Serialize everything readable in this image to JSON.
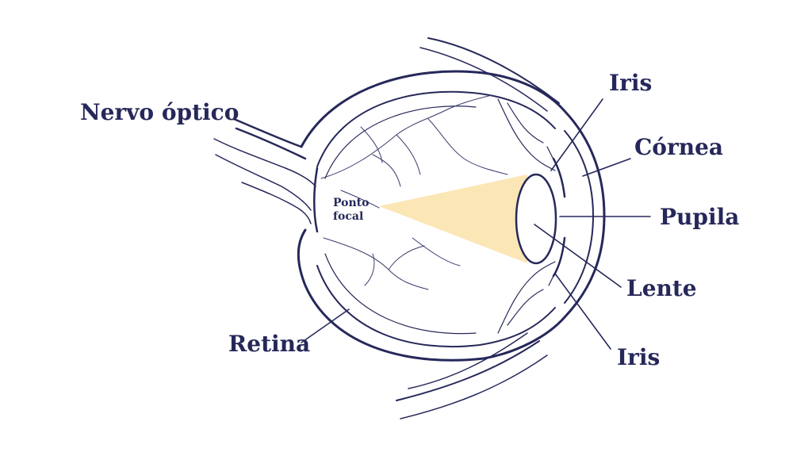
{
  "labels": {
    "optic_nerve": "Nervo óptico",
    "iris_top": "Iris",
    "cornea": "Córnea",
    "pupil": "Pupila",
    "lens": "Lente",
    "iris_bottom": "Iris",
    "retina": "Retina",
    "focal_point_line1": "Ponto",
    "focal_point_line2": "focal"
  },
  "colors": {
    "ink": "#26285a",
    "light_beam": "#fbe6b6",
    "background": "#ffffff"
  }
}
